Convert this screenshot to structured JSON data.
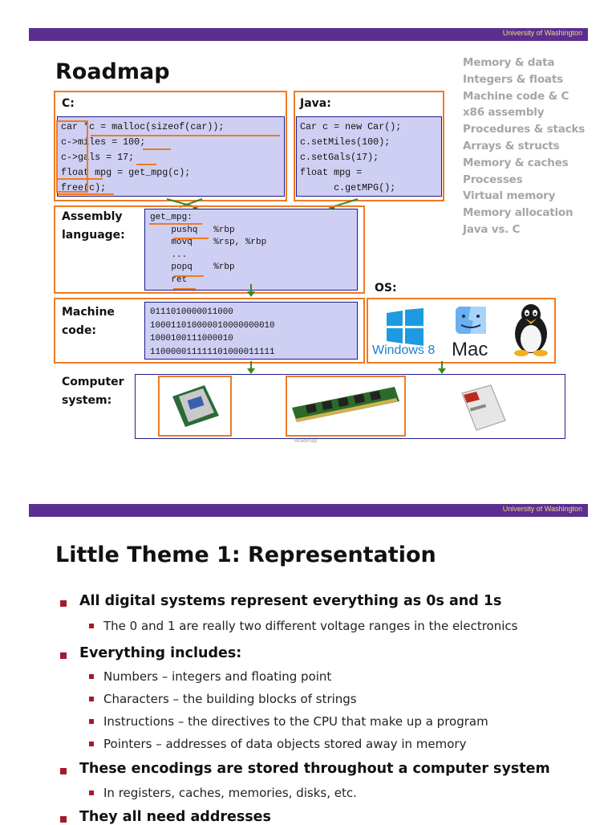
{
  "slide1": {
    "header": "University of Washington",
    "title": "Roadmap",
    "toc": [
      "Memory & data",
      "Integers & floats",
      "Machine code & C",
      "x86 assembly",
      "Procedures & stacks",
      "Arrays & structs",
      "Memory & caches",
      "Processes",
      "Virtual memory",
      "Memory allocation",
      "Java vs. C"
    ],
    "c_label": "C:",
    "c_code": [
      "car *c = malloc(sizeof(car));",
      "c->miles = 100;",
      "c->gals = 17;",
      "float mpg = get_mpg(c);",
      "free(c);"
    ],
    "java_label": "Java:",
    "java_code": [
      "Car c = new Car();",
      "c.setMiles(100);",
      "c.setGals(17);",
      "float mpg =",
      "      c.getMPG();"
    ],
    "asm_label_1": "Assembly",
    "asm_label_2": "language:",
    "asm_code": [
      "get_mpg:",
      "    pushq   %rbp",
      "    movq    %rsp, %rbp",
      "    ...",
      "    popq    %rbp",
      "    ret"
    ],
    "mc_label_1": "Machine",
    "mc_label_2": "code:",
    "mc_code": [
      "0111010000011000",
      "100011010000010000000010",
      "1000100111000010",
      "110000011111101000011111"
    ],
    "os_label": "OS:",
    "os_windows": "Windows 8",
    "os_mac": "Mac",
    "cs_label_1": "Computer",
    "cs_label_2": "system:",
    "caption": "Roadmap"
  },
  "slide2": {
    "header": "University of Washington",
    "title": "Little Theme 1: Representation",
    "bullets": [
      {
        "text": "All digital systems represent everything as 0s and 1s",
        "subs": [
          "The 0 and 1 are really two different voltage ranges in the electronics"
        ]
      },
      {
        "text": "Everything includes:",
        "subs": [
          "Numbers – integers and floating point",
          "Characters – the building blocks of strings",
          "Instructions – the directives to the CPU that make up a program",
          "Pointers – addresses of data objects stored away in memory"
        ]
      },
      {
        "text": "These encodings are stored throughout a computer system",
        "subs": [
          "In registers, caches, memories, disks, etc."
        ]
      },
      {
        "text": "They all need addresses",
        "subs": []
      }
    ]
  },
  "colors": {
    "header_bar": "#5b2f8f",
    "header_text": "#f1d77a",
    "orange": "#f07a22",
    "code_bg": "#cfcff3",
    "bullet": "#a3192e",
    "toc": "#a6a6a6"
  }
}
